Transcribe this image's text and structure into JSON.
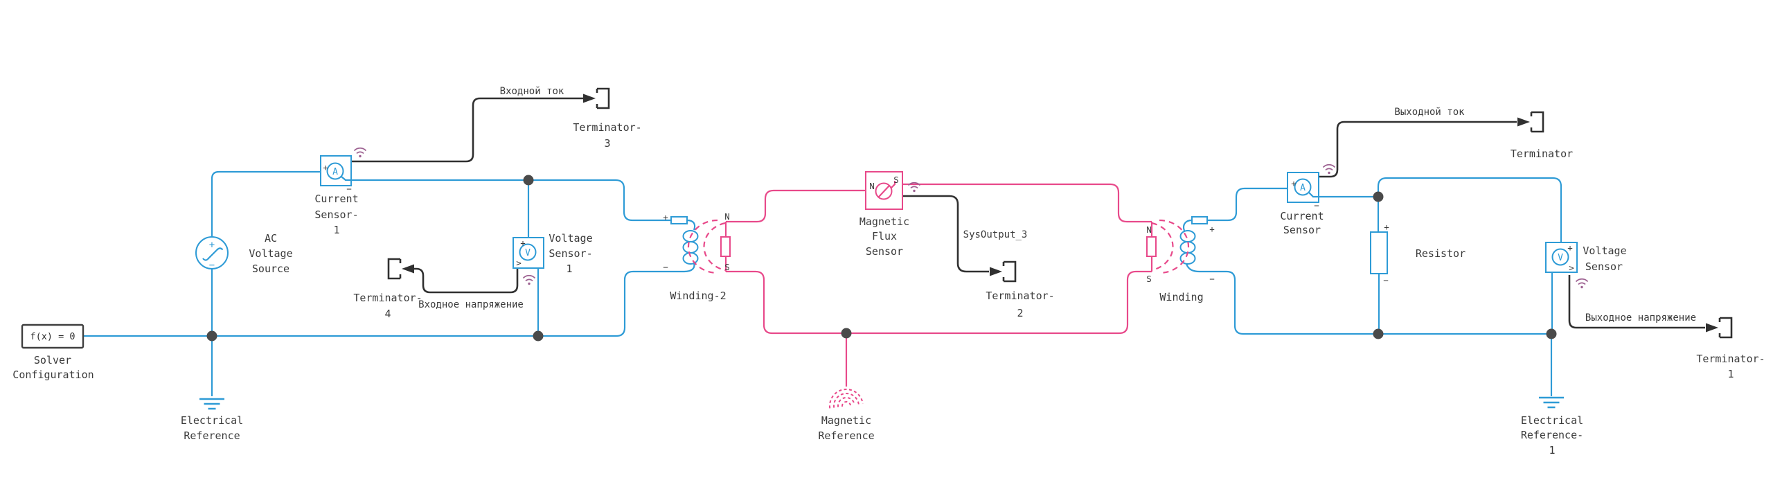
{
  "colors": {
    "electrical": "#2e9bd6",
    "magnetic": "#e8498a",
    "signal": "#303030",
    "wireless": "#9d6191",
    "junction": "#4a4a4a",
    "text": "#3a3a3a",
    "solver_border": "#3f3f3f",
    "background": "#ffffff"
  },
  "glyphs": {
    "plus": "+",
    "minus": "−",
    "north": "N",
    "south": "S",
    "gt": ">",
    "ammeter": "A",
    "voltmeter": "V"
  },
  "blocks": {
    "solver": {
      "icon": "f(x) = 0",
      "lines": [
        "Solver",
        "Configuration"
      ]
    },
    "electrical_reference": {
      "lines": [
        "Electrical",
        "Reference"
      ]
    },
    "ac_voltage_source": {
      "lines": [
        "AC",
        "Voltage",
        "Source"
      ]
    },
    "current_sensor_1": {
      "lines": [
        "Current",
        "Sensor-",
        "1"
      ]
    },
    "voltage_sensor_1": {
      "lines": [
        "Voltage",
        "Sensor-",
        "1"
      ]
    },
    "winding_2": {
      "lines": [
        "Winding-2"
      ]
    },
    "magnetic_flux_sensor": {
      "lines": [
        "Magnetic",
        "Flux",
        "Sensor"
      ]
    },
    "magnetic_reference": {
      "lines": [
        "Magnetic",
        "Reference"
      ]
    },
    "winding": {
      "lines": [
        "Winding"
      ]
    },
    "current_sensor": {
      "lines": [
        "Current",
        "Sensor"
      ]
    },
    "resistor": {
      "lines": [
        "Resistor"
      ]
    },
    "voltage_sensor": {
      "lines": [
        "Voltage",
        "Sensor"
      ]
    },
    "electrical_reference_1": {
      "lines": [
        "Electrical",
        "Reference-",
        "1"
      ]
    },
    "terminator_3": {
      "lines": [
        "Terminator-",
        "3"
      ]
    },
    "terminator_4": {
      "lines": [
        "Terminator-",
        "4"
      ]
    },
    "terminator_2": {
      "lines": [
        "Terminator-",
        "2"
      ]
    },
    "terminator": {
      "lines": [
        "Terminator"
      ]
    },
    "terminator_1": {
      "lines": [
        "Terminator-",
        "1"
      ]
    }
  },
  "signals": {
    "input_current": "Входной ток",
    "input_voltage": "Входное напряжение",
    "sys_output": "SysOutput_3",
    "output_current": "Выходной ток",
    "output_voltage": "Выходное напряжение"
  }
}
